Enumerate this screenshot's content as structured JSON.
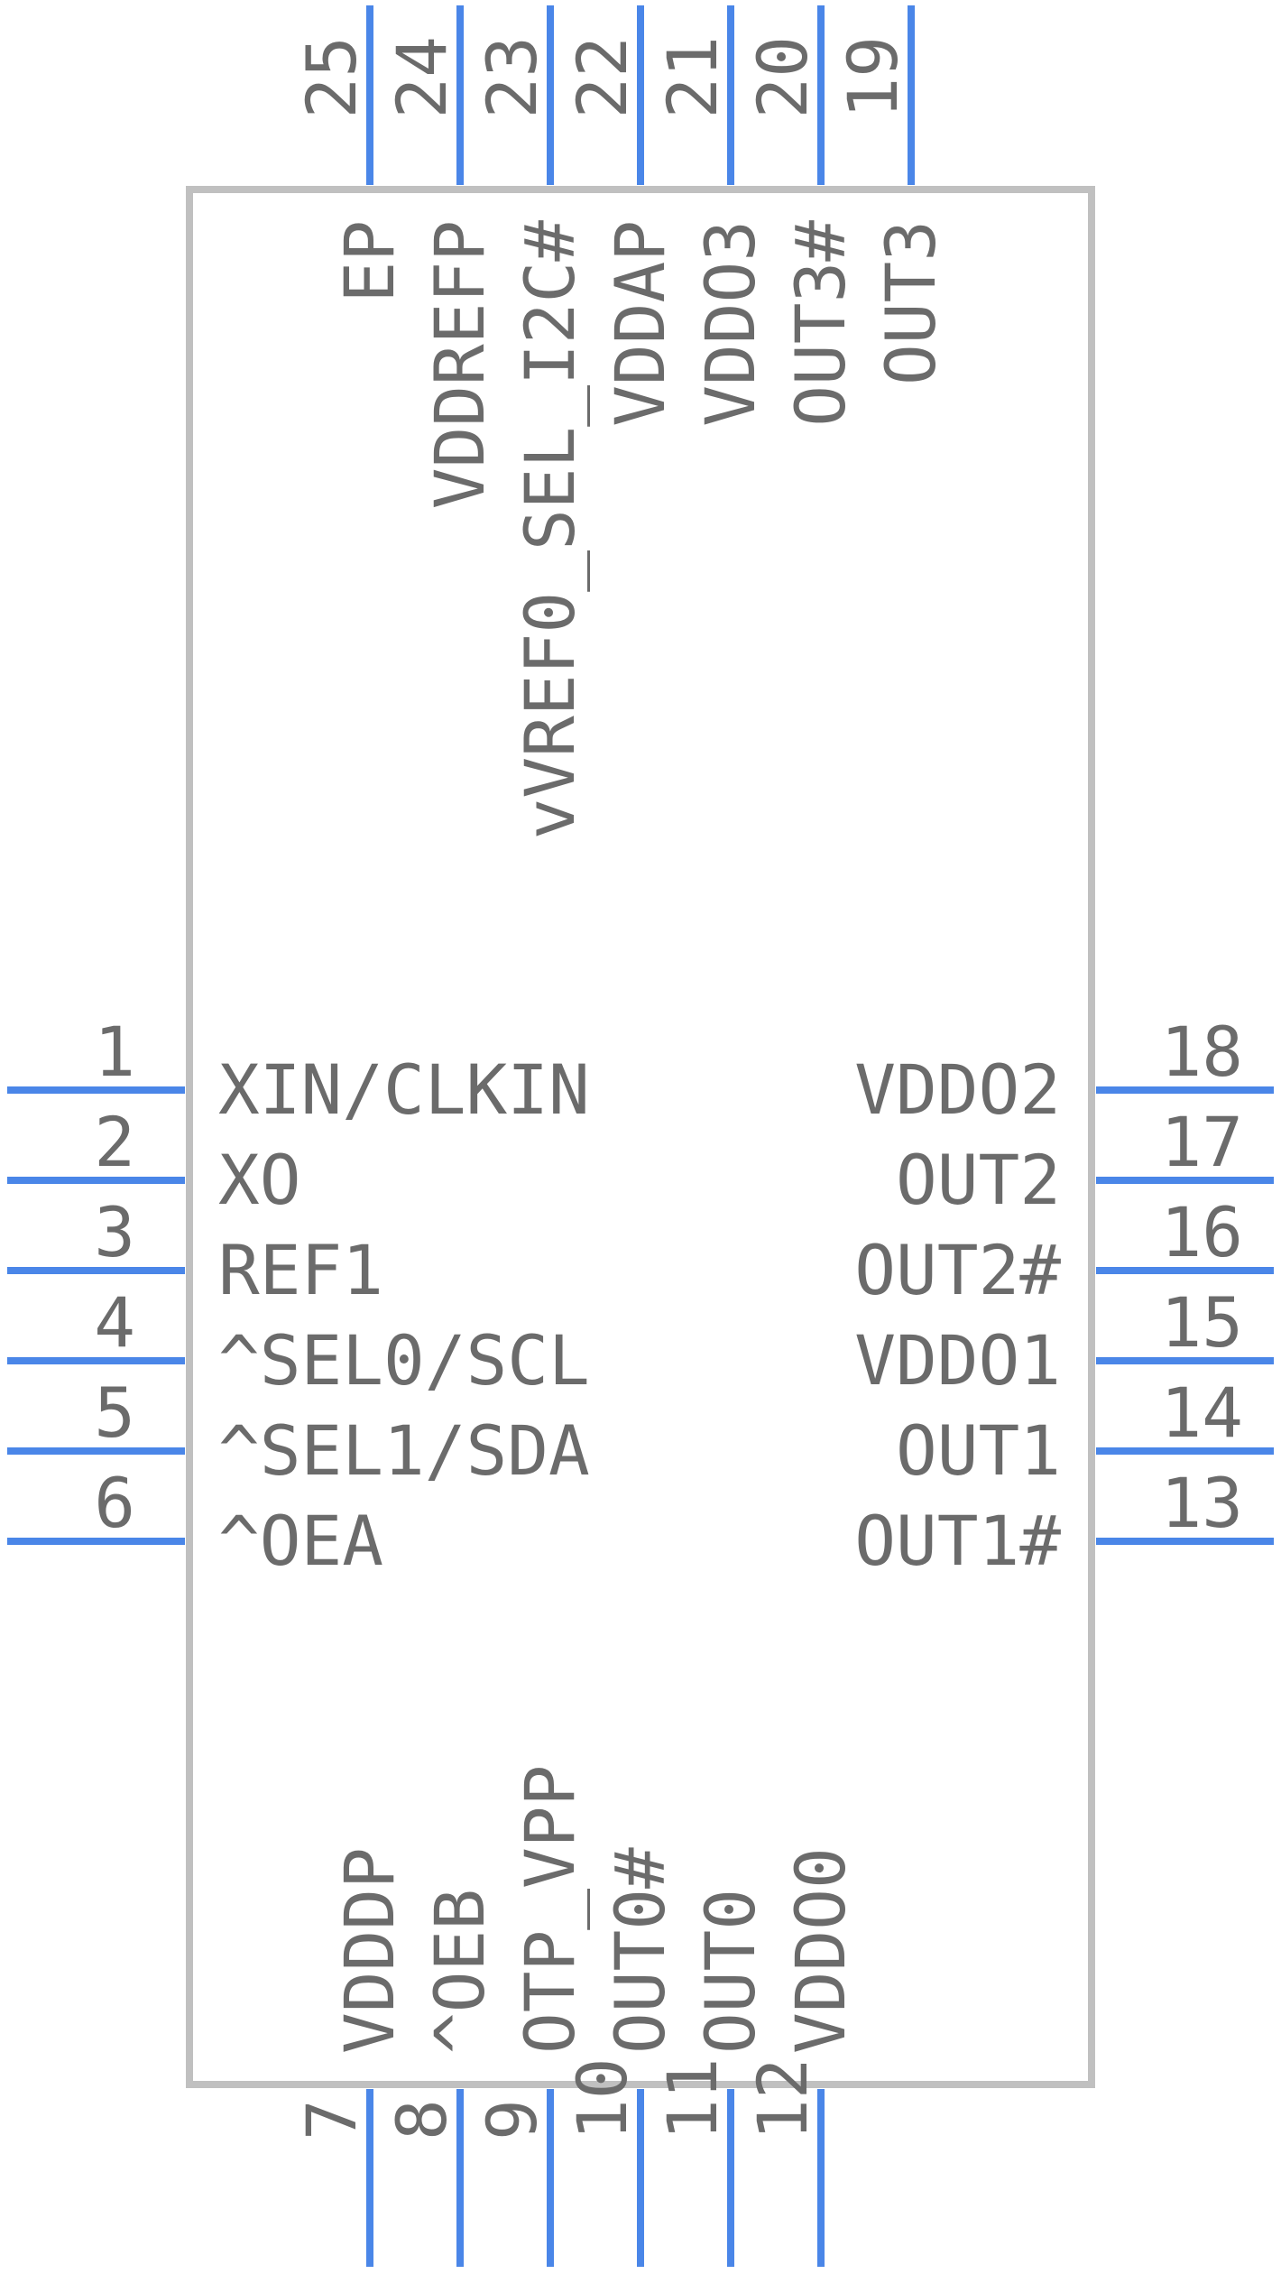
{
  "colors": {
    "pin": "#4a86e8",
    "body_outline": "#c0c0c0",
    "text": "#6b6b6b",
    "background": "#ffffff"
  },
  "left_pins": [
    {
      "number": "1",
      "label": "XIN/CLKIN"
    },
    {
      "number": "2",
      "label": "XO"
    },
    {
      "number": "3",
      "label": "REF1"
    },
    {
      "number": "4",
      "label": "^SEL0/SCL"
    },
    {
      "number": "5",
      "label": "^SEL1/SDA"
    },
    {
      "number": "6",
      "label": "^OEA"
    }
  ],
  "right_pins": [
    {
      "number": "18",
      "label": "VDDO2"
    },
    {
      "number": "17",
      "label": "OUT2"
    },
    {
      "number": "16",
      "label": "OUT2#"
    },
    {
      "number": "15",
      "label": "VDDO1"
    },
    {
      "number": "14",
      "label": "OUT1"
    },
    {
      "number": "13",
      "label": "OUT1#"
    }
  ],
  "top_pins": [
    {
      "number": "25",
      "label": "EP"
    },
    {
      "number": "24",
      "label": "VDDREFP"
    },
    {
      "number": "23",
      "label": "vVREF0_SEL_I2C#"
    },
    {
      "number": "22",
      "label": "VDDAP"
    },
    {
      "number": "21",
      "label": "VDDO3"
    },
    {
      "number": "20",
      "label": "OUT3#"
    },
    {
      "number": "19",
      "label": "OUT3"
    }
  ],
  "bottom_pins": [
    {
      "number": "7",
      "label": "VDDDP"
    },
    {
      "number": "8",
      "label": "^OEB"
    },
    {
      "number": "9",
      "label": "OTP_VPP"
    },
    {
      "number": "10",
      "label": "OUT0#"
    },
    {
      "number": "11",
      "label": "OUT0"
    },
    {
      "number": "12",
      "label": "VDDO0"
    }
  ]
}
